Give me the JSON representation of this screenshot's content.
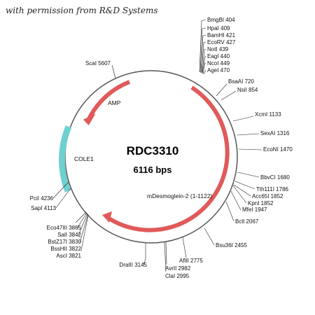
{
  "attribution": "with permission from R&D Systems",
  "plasmid": {
    "name": "RDC3310",
    "size": "6116 bps",
    "backbone_color": "#555555"
  },
  "features": [
    {
      "label": "AMP",
      "color": "#e05a5a",
      "direction": "ccw"
    },
    {
      "label": "COLE1",
      "color": "#6fd0d0",
      "direction": "none"
    },
    {
      "label": "mDesmoglein-2 (1-1122)",
      "color": "#e05a5a",
      "direction": "cw"
    }
  ],
  "sites": {
    "top_cluster": [
      "BmgBI 404",
      "HpaI 409",
      "BamHI 421",
      "EcoRV 427",
      "NotI 439",
      "EagI 440",
      "NcoI 449",
      "AgeI 470"
    ],
    "right": [
      "BsaAI 720",
      "NsiI 854",
      "XcmI 1133",
      "SexAI 1316",
      "EcoNI 1470",
      "BbvCI 1680",
      "Tth111I 1786",
      "Acc65I 1852",
      "KpnI 1852",
      "MfeI 1947",
      "BclI 2067",
      "Bsu36I 2455",
      "AflII 2775",
      "AvrII 2982",
      "ClaI 2995"
    ],
    "left": [
      "DraIII 3145",
      "AscI 3821",
      "BssHII 3822",
      "BstZ17I 3830",
      "SalI 3842",
      "Eco47III 3865",
      "SapI 4113",
      "PciI 4236",
      "ScaI 5607"
    ]
  }
}
